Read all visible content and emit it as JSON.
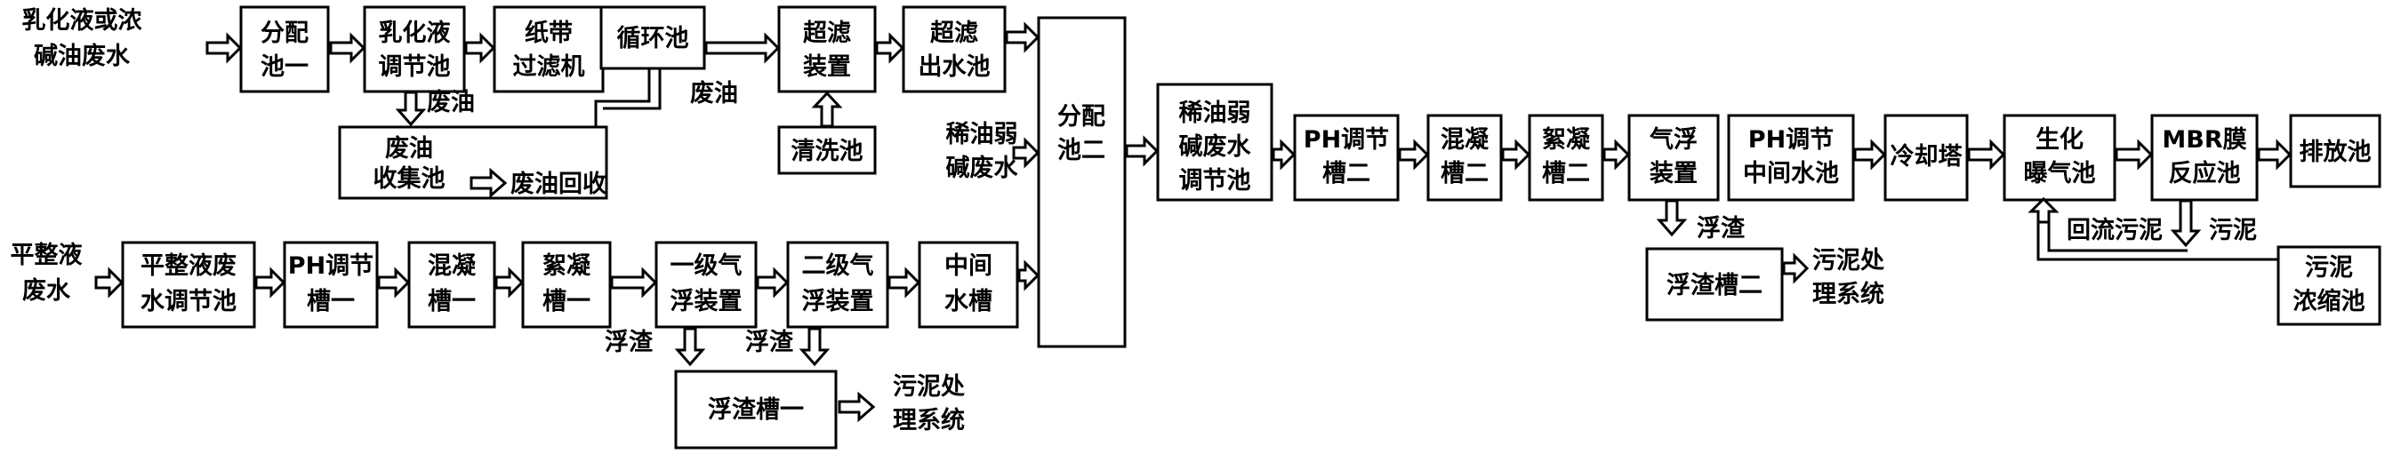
{
  "nodes": {
    "src1": [
      "乳化液或浓",
      "碱油废水"
    ],
    "fenpei1": [
      "分配",
      "池一"
    ],
    "ruhua": [
      "乳化液",
      "调节池"
    ],
    "zhidai": [
      "纸带",
      "过滤机"
    ],
    "xunhuan": [
      "循环池"
    ],
    "chaolv": [
      "超滤",
      "装置"
    ],
    "chaolvout": [
      "超滤",
      "出水池"
    ],
    "qingxi": [
      "清洗池"
    ],
    "feiyouji": [
      "废油",
      "收集池"
    ],
    "fenpei2": [
      "分配",
      "池二"
    ],
    "src2": [
      "稀油弱",
      "碱废水"
    ],
    "xiyou": [
      "稀油弱",
      "碱废水",
      "调节池"
    ],
    "ph2": [
      "PH调节",
      "槽二"
    ],
    "hunning2": [
      "混凝",
      "槽二"
    ],
    "xuning2": [
      "絮凝",
      "槽二"
    ],
    "qifu": [
      "气浮",
      "装置"
    ],
    "phmid": [
      "PH调节",
      "中间水池"
    ],
    "lengque": [
      "冷却塔"
    ],
    "shenghua": [
      "生化",
      "曝气池"
    ],
    "mbr": [
      "MBR膜",
      "反应池"
    ],
    "paifang": [
      "排放池"
    ],
    "fuzha2": [
      "浮渣槽二"
    ],
    "wunong": [
      "污泥",
      "浓缩池"
    ],
    "src3": [
      "平整液",
      "废水"
    ],
    "pingzheng": [
      "平整液废",
      "水调节池"
    ],
    "ph1": [
      "PH调节",
      "槽一"
    ],
    "hunning1": [
      "混凝",
      "槽一"
    ],
    "xuning1": [
      "絮凝",
      "槽一"
    ],
    "yiji": [
      "一级气",
      "浮装置"
    ],
    "erji": [
      "二级气",
      "浮装置"
    ],
    "zhongjian": [
      "中间",
      "水槽"
    ],
    "fuzha1": [
      "浮渣槽一"
    ]
  },
  "labels": {
    "feiyou_a": "废油",
    "feiyou_b": "废油",
    "feiyou_huishou": "废油回收",
    "fuzha_qifu": "浮渣",
    "sludge2": [
      "污泥处",
      "理系统"
    ],
    "huiliu": "回流污泥",
    "wuni": "污泥",
    "fuzha_yiji": "浮渣",
    "fuzha_erji": "浮渣",
    "sludge1": [
      "污泥处",
      "理系统"
    ]
  }
}
